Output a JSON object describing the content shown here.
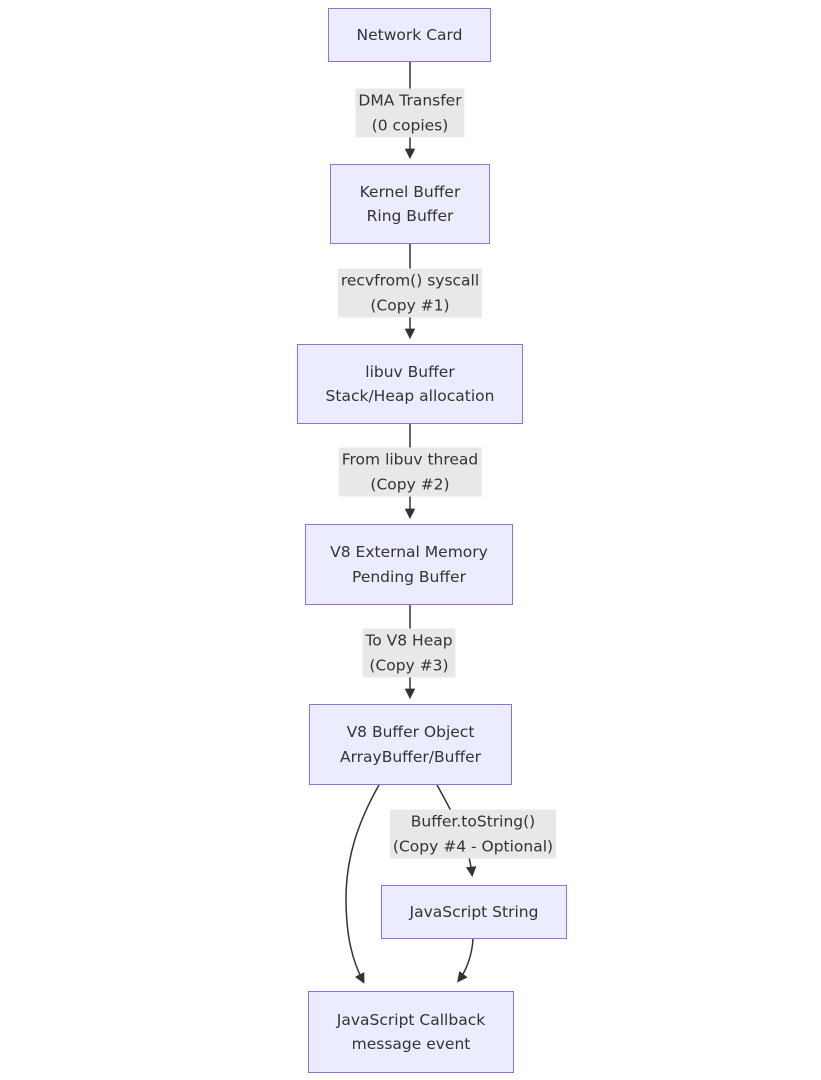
{
  "diagram": {
    "type": "flowchart",
    "direction": "top-down",
    "colors": {
      "page_bg": "#ffffff",
      "node_fill": "#ECECFF",
      "node_border": "#9370DB",
      "text_color": "#333333",
      "edge_color": "#333333",
      "edge_label_bg": "#e8e8e8"
    },
    "nodes": [
      {
        "id": "network-card",
        "line1": "Network Card",
        "line2": ""
      },
      {
        "id": "kernel-buffer",
        "line1": "Kernel Buffer",
        "line2": "Ring Buffer"
      },
      {
        "id": "libuv-buffer",
        "line1": "libuv Buffer",
        "line2": "Stack/Heap allocation"
      },
      {
        "id": "v8-external-memory",
        "line1": "V8 External Memory",
        "line2": "Pending Buffer"
      },
      {
        "id": "v8-buffer-object",
        "line1": "V8 Buffer Object",
        "line2": "ArrayBuffer/Buffer"
      },
      {
        "id": "javascript-string",
        "line1": "JavaScript String",
        "line2": ""
      },
      {
        "id": "javascript-callback",
        "line1": "JavaScript Callback",
        "line2": "message event"
      }
    ],
    "edges": [
      {
        "from": "network-card",
        "to": "kernel-buffer",
        "label_line1": "DMA Transfer",
        "label_line2": "(0 copies)"
      },
      {
        "from": "kernel-buffer",
        "to": "libuv-buffer",
        "label_line1": "recvfrom() syscall",
        "label_line2": "(Copy #1)"
      },
      {
        "from": "libuv-buffer",
        "to": "v8-external-memory",
        "label_line1": "From libuv thread",
        "label_line2": "(Copy #2)"
      },
      {
        "from": "v8-external-memory",
        "to": "v8-buffer-object",
        "label_line1": "To V8 Heap",
        "label_line2": "(Copy #3)"
      },
      {
        "from": "v8-buffer-object",
        "to": "javascript-string",
        "label_line1": "Buffer.toString()",
        "label_line2": "(Copy #4 - Optional)"
      },
      {
        "from": "v8-buffer-object",
        "to": "javascript-callback",
        "label_line1": "",
        "label_line2": ""
      },
      {
        "from": "javascript-string",
        "to": "javascript-callback",
        "label_line1": "",
        "label_line2": ""
      }
    ]
  }
}
